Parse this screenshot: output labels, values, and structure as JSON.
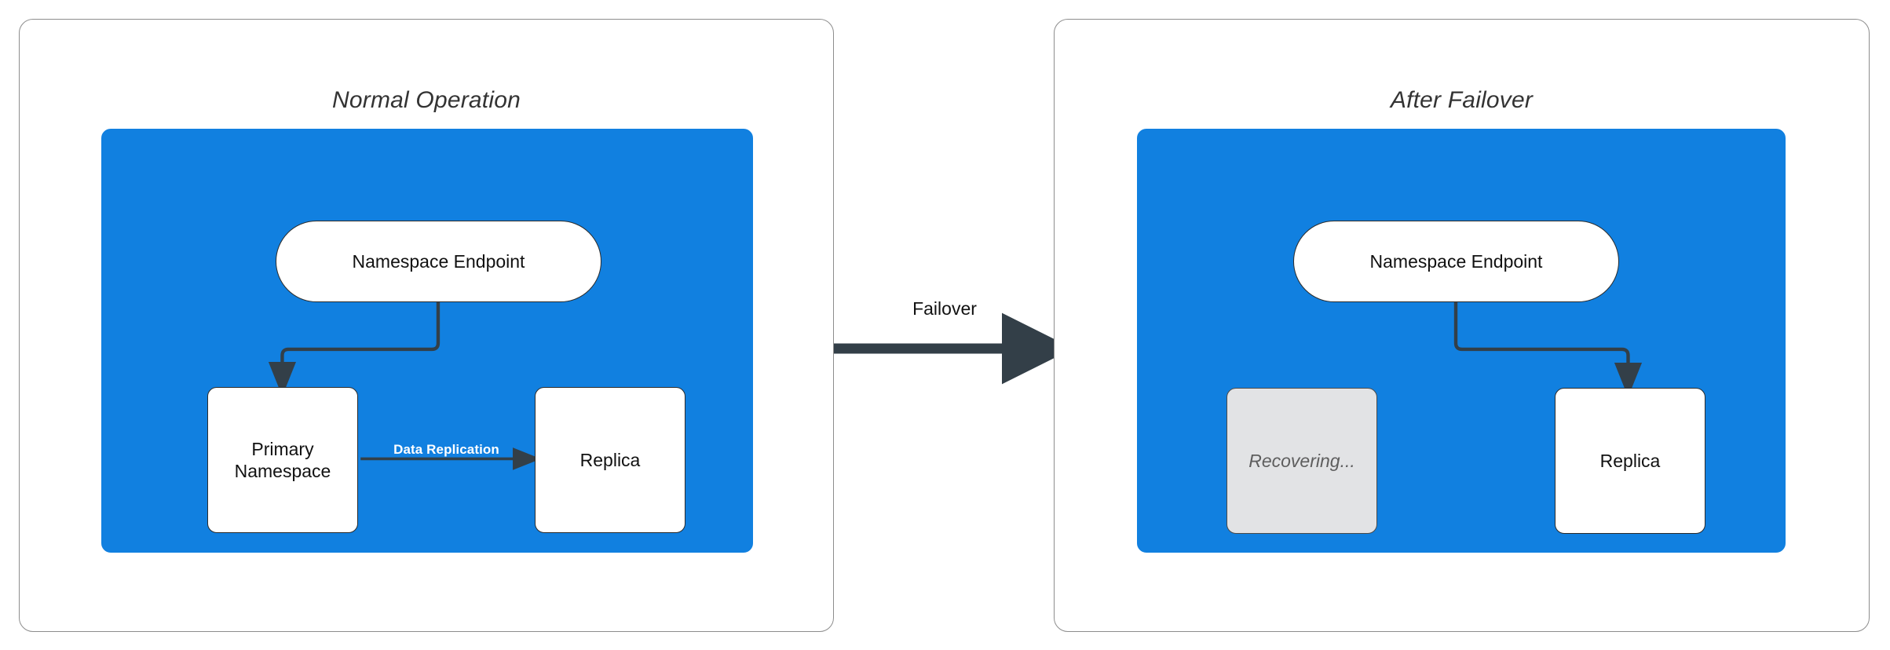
{
  "diagram": {
    "type": "flowchart",
    "background": "#ffffff",
    "colors": {
      "cluster_fill": "#1180e0",
      "node_fill": "#ffffff",
      "node_stroke": "#2b2b2b",
      "muted_fill": "#e2e3e5",
      "muted_text": "#5e5e5e",
      "edge_stroke": "#333f48",
      "panel_stroke": "#8d8d8d",
      "replication_label": "#ffffff"
    },
    "panels": [
      {
        "id": "normal-operation",
        "title": "Normal Operation",
        "nodes": [
          {
            "id": "endpoint-left",
            "label": "Namespace Endpoint",
            "shape": "pill",
            "state": "active"
          },
          {
            "id": "primary",
            "label": "Primary\nNamespace",
            "shape": "rect",
            "state": "active"
          },
          {
            "id": "replica-left",
            "label": "Replica",
            "shape": "rect",
            "state": "active"
          }
        ],
        "edges": [
          {
            "from": "endpoint-left",
            "to": "primary",
            "label": "",
            "style": "elbow-arrow"
          },
          {
            "from": "primary",
            "to": "replica-left",
            "label": "Data Replication",
            "style": "straight-arrow"
          }
        ]
      },
      {
        "id": "after-failover",
        "title": "After Failover",
        "nodes": [
          {
            "id": "endpoint-right",
            "label": "Namespace Endpoint",
            "shape": "pill",
            "state": "active"
          },
          {
            "id": "recovering",
            "label": "Recovering...",
            "shape": "rect",
            "state": "recovering"
          },
          {
            "id": "replica-right",
            "label": "Replica",
            "shape": "rect",
            "state": "active"
          }
        ],
        "edges": [
          {
            "from": "endpoint-right",
            "to": "replica-right",
            "label": "",
            "style": "elbow-arrow"
          }
        ]
      }
    ],
    "transition": {
      "label": "Failover",
      "from_panel": "normal-operation",
      "to_panel": "after-failover",
      "style": "thick-arrow"
    }
  },
  "left": {
    "title": "Normal Operation",
    "endpoint_label": "Namespace Endpoint",
    "primary_line1": "Primary",
    "primary_line2": "Namespace",
    "replica_label": "Replica",
    "replication_label": "Data Replication"
  },
  "right": {
    "title": "After Failover",
    "endpoint_label": "Namespace Endpoint",
    "recovering_label": "Recovering...",
    "replica_label": "Replica"
  },
  "transition": {
    "label": "Failover"
  }
}
